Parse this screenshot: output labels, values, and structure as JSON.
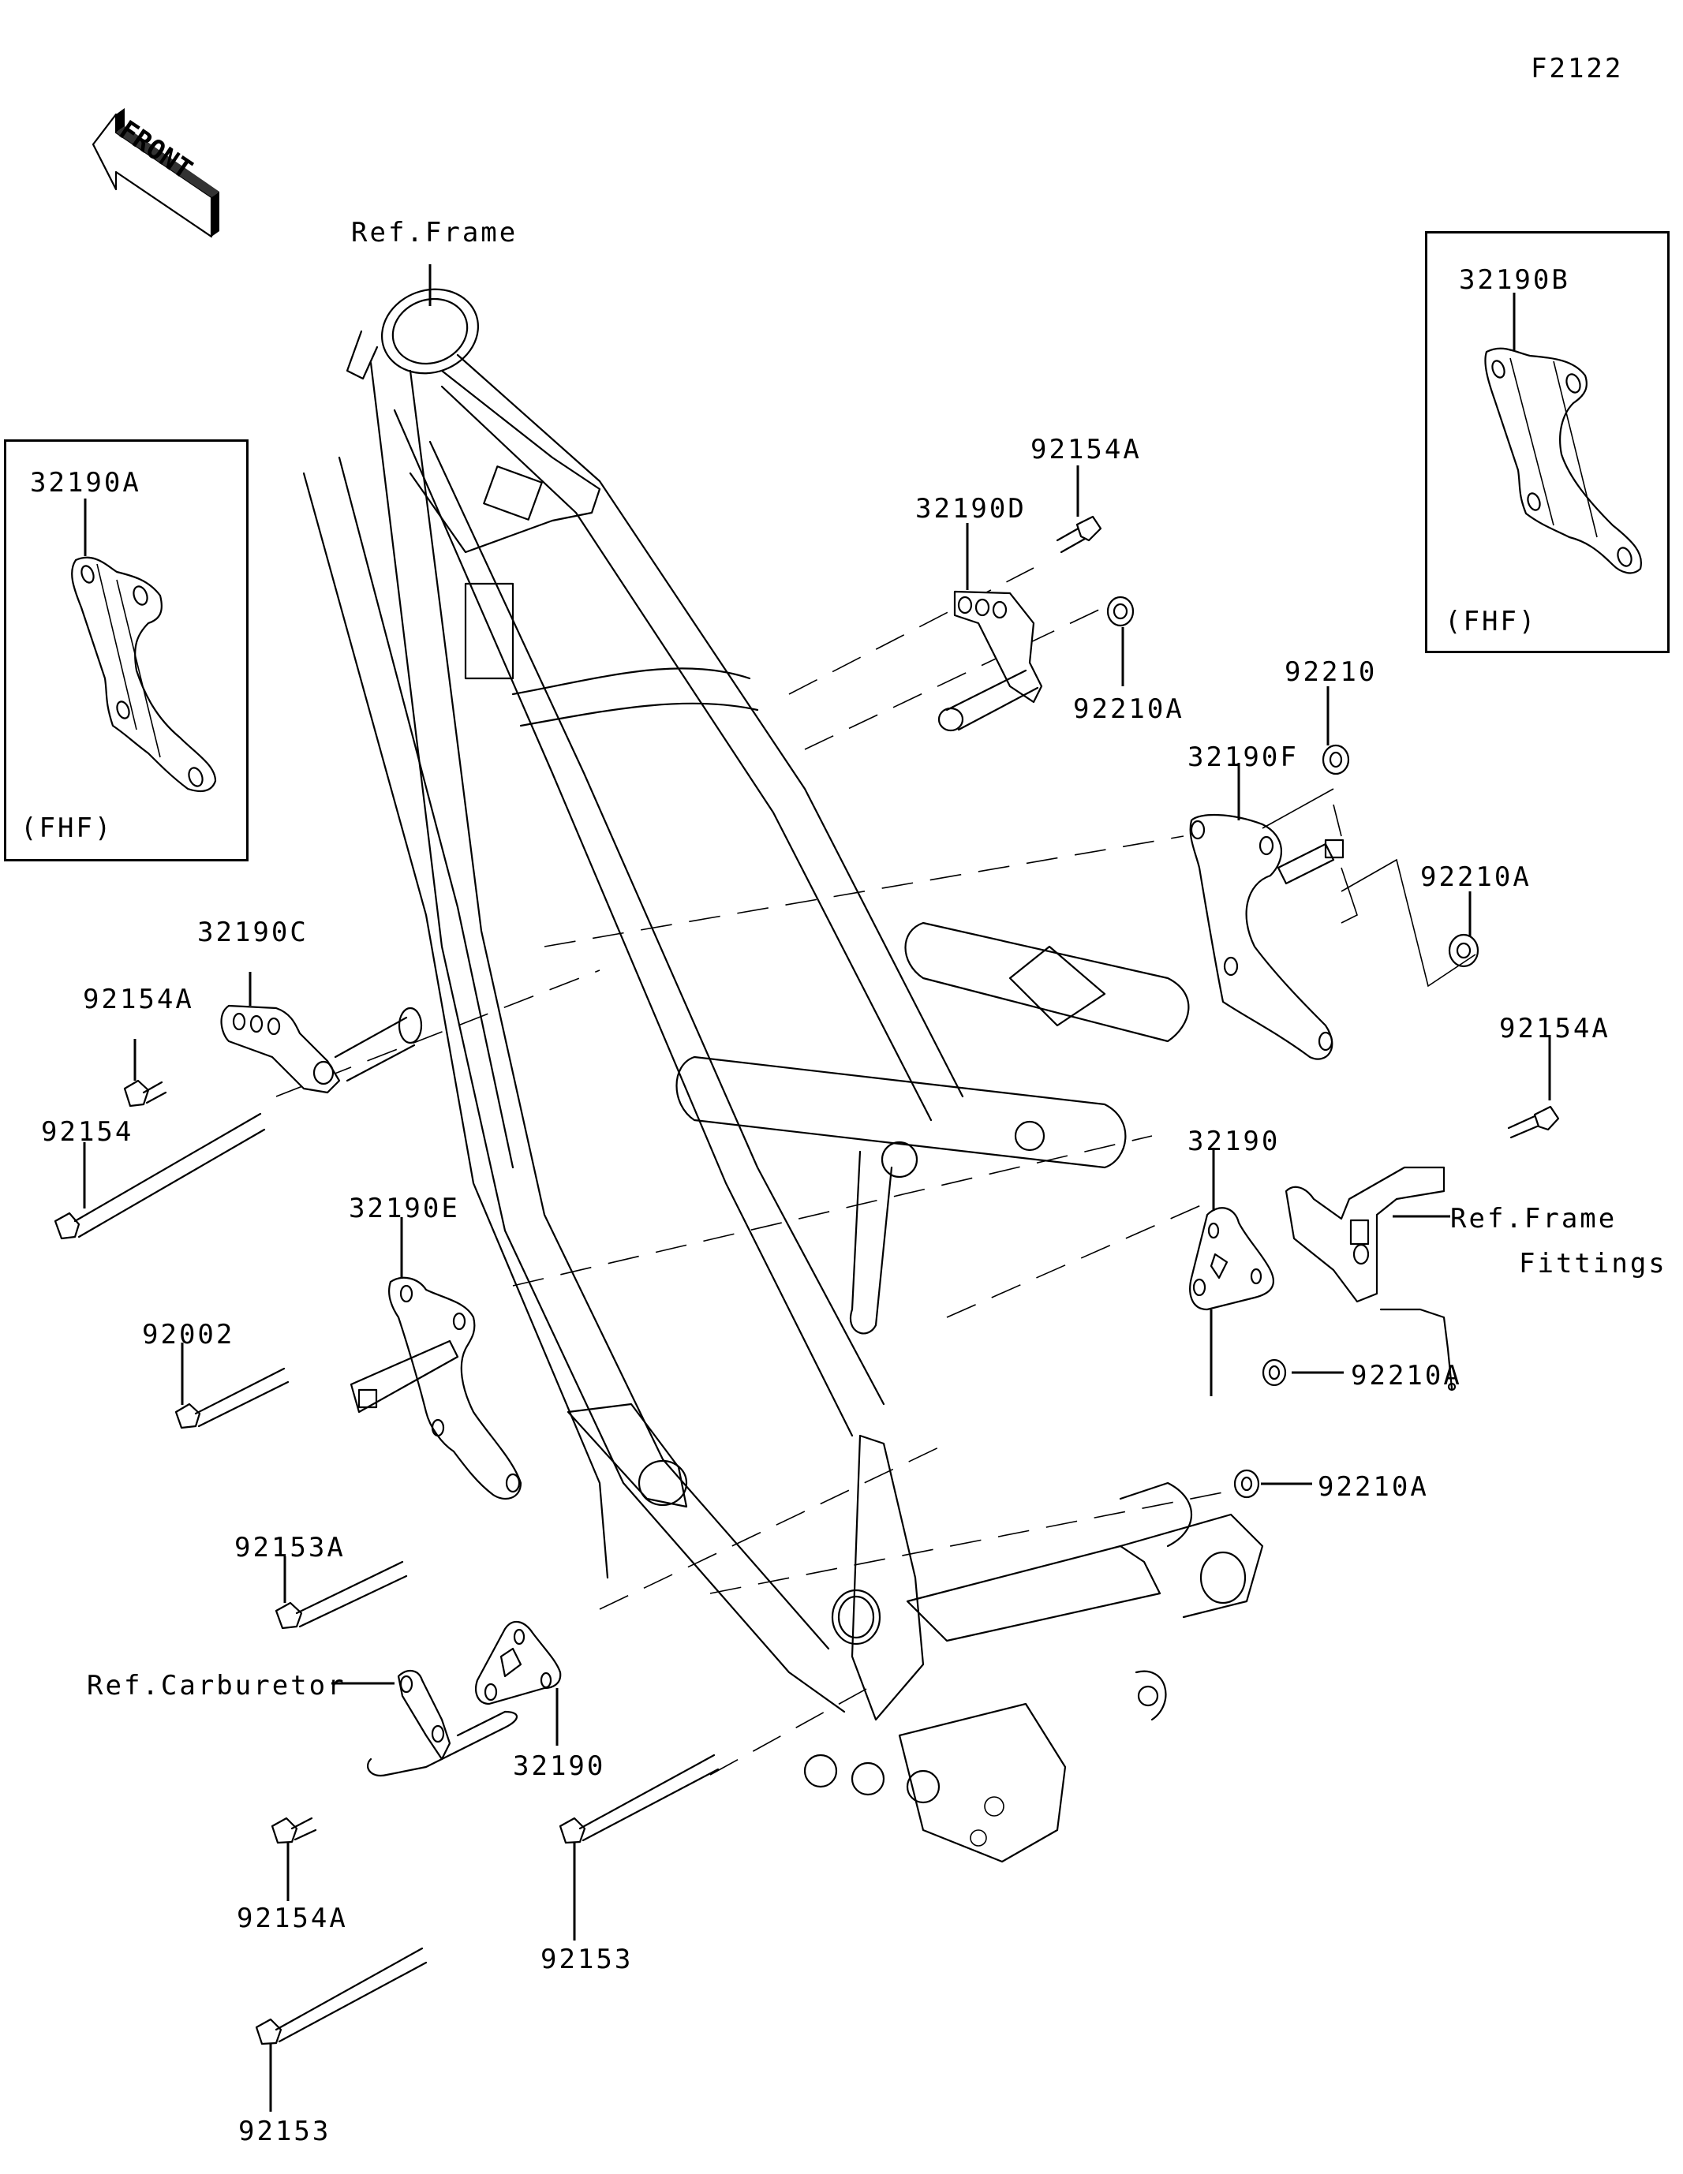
{
  "diagram": {
    "figure_id": "F2122",
    "front_indicator": "FRONT",
    "reference_labels": {
      "frame": "Ref.Frame",
      "frame_fittings_line1": "Ref.Frame",
      "frame_fittings_line2": "Fittings",
      "carburetor": "Ref.Carburetor"
    },
    "insets": [
      {
        "part": "32190A",
        "variant": "(FHF)"
      },
      {
        "part": "32190B",
        "variant": "(FHF)"
      }
    ],
    "callouts": [
      {
        "id": "c1",
        "part": "92154A",
        "component": "bolt"
      },
      {
        "id": "c2",
        "part": "32190D",
        "component": "bracket"
      },
      {
        "id": "c3",
        "part": "92210A",
        "component": "nut"
      },
      {
        "id": "c4",
        "part": "92210",
        "component": "nut"
      },
      {
        "id": "c5",
        "part": "32190F",
        "component": "bracket"
      },
      {
        "id": "c6",
        "part": "92210A",
        "component": "nut"
      },
      {
        "id": "c7",
        "part": "92154A",
        "component": "bolt"
      },
      {
        "id": "c8",
        "part": "32190",
        "component": "bracket"
      },
      {
        "id": "c9",
        "part": "92210A",
        "component": "nut"
      },
      {
        "id": "c10",
        "part": "92210A",
        "component": "nut"
      },
      {
        "id": "c11",
        "part": "32190C",
        "component": "bracket"
      },
      {
        "id": "c12",
        "part": "92154A",
        "component": "bolt"
      },
      {
        "id": "c13",
        "part": "92154",
        "component": "bolt"
      },
      {
        "id": "c14",
        "part": "32190E",
        "component": "bracket"
      },
      {
        "id": "c15",
        "part": "92002",
        "component": "bolt"
      },
      {
        "id": "c16",
        "part": "92153A",
        "component": "bolt"
      },
      {
        "id": "c17",
        "part": "32190",
        "component": "bracket"
      },
      {
        "id": "c18",
        "part": "92154A",
        "component": "bolt"
      },
      {
        "id": "c19",
        "part": "92153",
        "component": "bolt"
      },
      {
        "id": "c20",
        "part": "92153",
        "component": "bolt"
      }
    ]
  }
}
